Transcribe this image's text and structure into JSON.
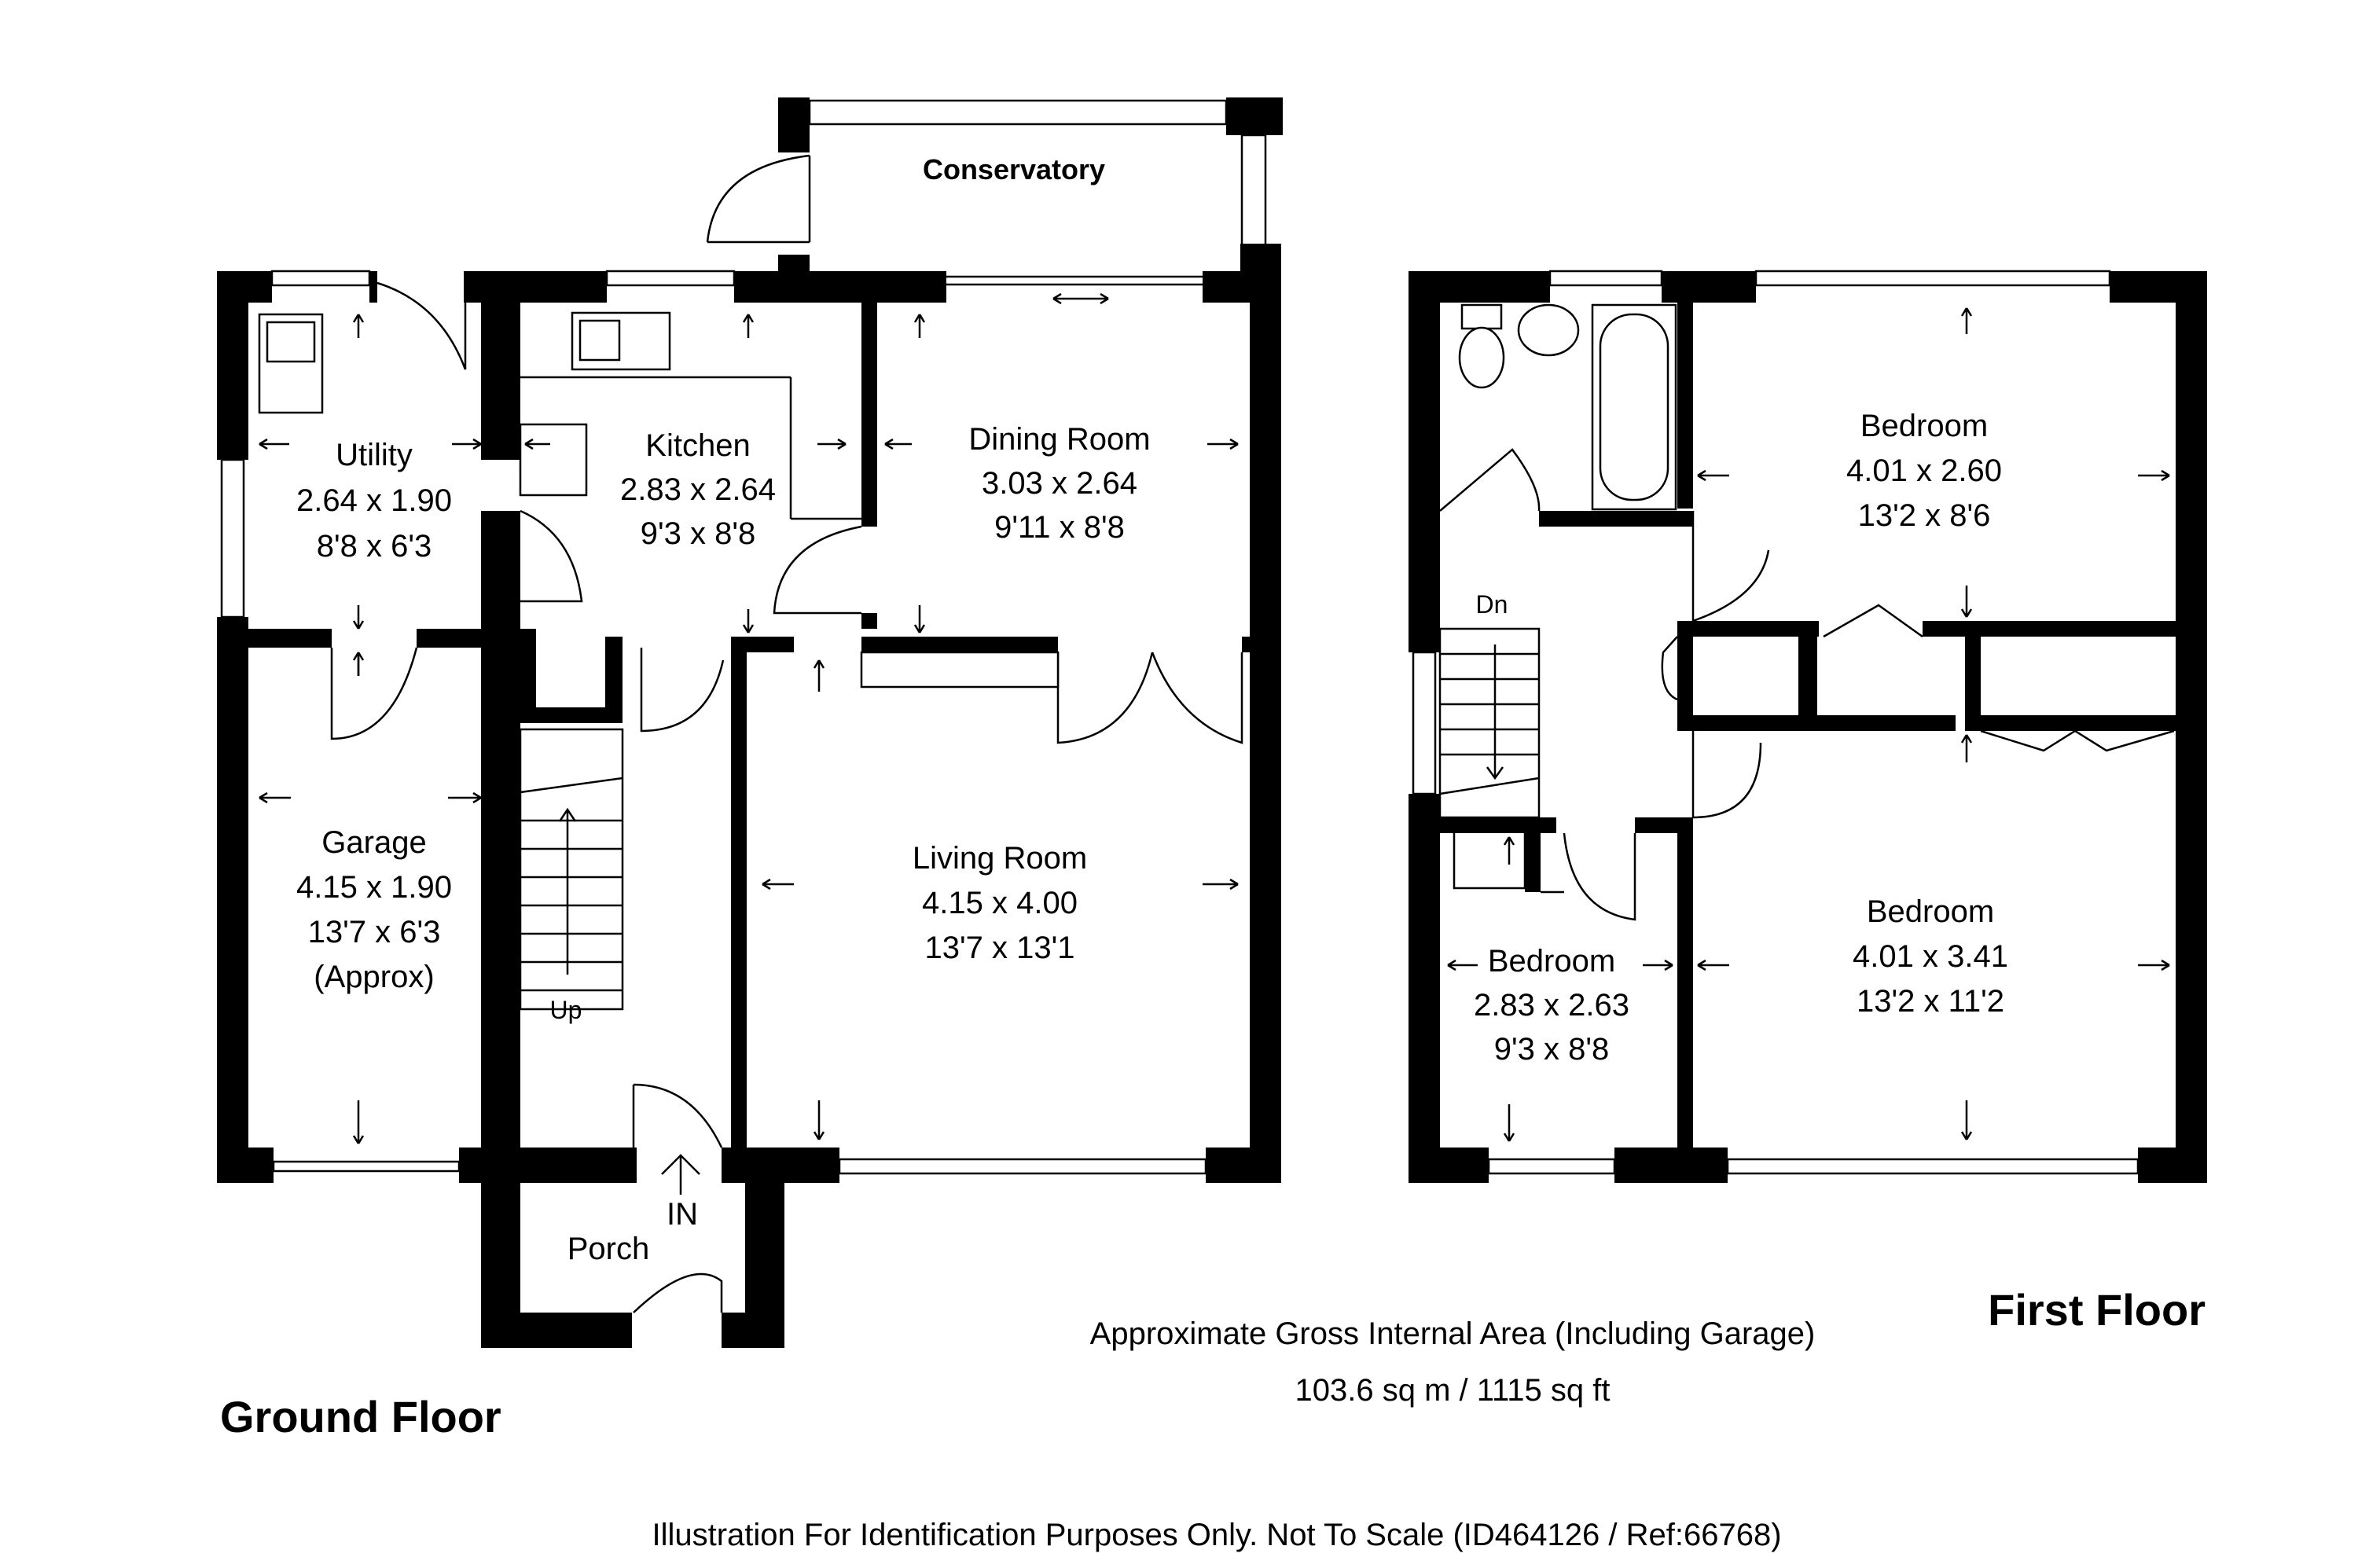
{
  "ground_floor": {
    "title": "Ground Floor",
    "rooms": {
      "conservatory": {
        "name": "Conservatory"
      },
      "utility": {
        "name": "Utility",
        "metric": "2.64 x 1.90",
        "imperial": "8'8 x 6'3"
      },
      "kitchen": {
        "name": "Kitchen",
        "metric": "2.83 x 2.64",
        "imperial": "9'3 x 8'8"
      },
      "dining": {
        "name": "Dining Room",
        "metric": "3.03 x 2.64",
        "imperial": "9'11 x 8'8"
      },
      "garage": {
        "name": "Garage",
        "metric": "4.15 x 1.90",
        "imperial": "13'7 x 6'3",
        "note": "(Approx)"
      },
      "living": {
        "name": "Living Room",
        "metric": "4.15 x 4.00",
        "imperial": "13'7 x 13'1"
      },
      "porch": {
        "name": "Porch"
      }
    },
    "stairs_label": "Up",
    "entrance_label": "IN"
  },
  "first_floor": {
    "title": "First Floor",
    "rooms": {
      "bedroom_rear": {
        "name": "Bedroom",
        "metric": "4.01 x 2.60",
        "imperial": "13'2 x 8'6"
      },
      "bedroom_front": {
        "name": "Bedroom",
        "metric": "4.01 x 3.41",
        "imperial": "13'2 x 11'2"
      },
      "bedroom_small": {
        "name": "Bedroom",
        "metric": "2.83 x 2.63",
        "imperial": "9'3 x 8'8"
      }
    },
    "stairs_label": "Dn"
  },
  "area": {
    "line1": "Approximate Gross Internal Area (Including Garage)",
    "line2": "103.6 sq m /  1115 sq ft"
  },
  "footer": "Illustration For Identification Purposes Only. Not To Scale (ID464126 / Ref:66768)"
}
